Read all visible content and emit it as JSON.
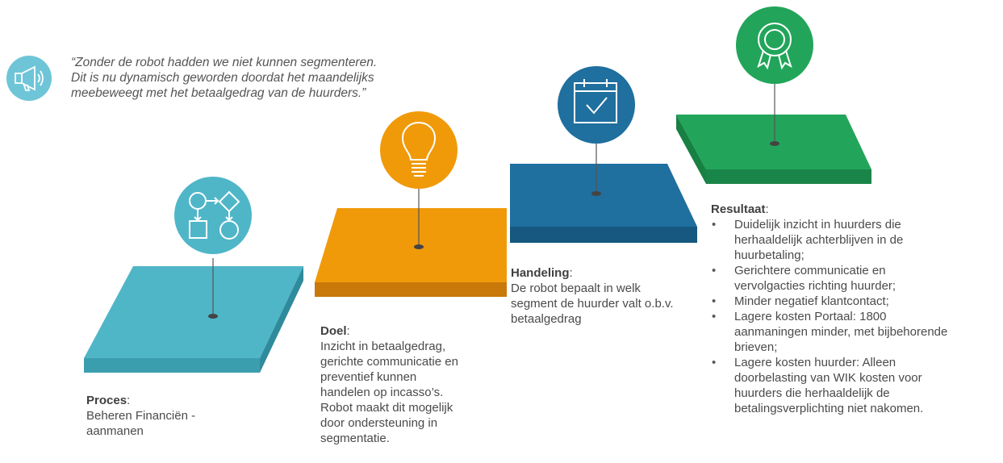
{
  "colors": {
    "teal": "#4fb6c8",
    "teal_dark": "#3b9eaf",
    "orange": "#f09a0a",
    "orange_dark": "#c9780a",
    "blue": "#1f6f9f",
    "blue_dark": "#16587f",
    "green": "#22a55a",
    "green_dark": "#1a8548",
    "quote_icon": "#6ec5d8"
  },
  "quote": {
    "icon": "megaphone-icon",
    "lines": [
      "“Zonder de robot hadden we niet kunnen segmenteren.",
      "Dit is nu dynamisch geworden doordat het maandelijks",
      "meebeweegt met het betaalgedrag van de huurders.”"
    ]
  },
  "steps": [
    {
      "key": "proces",
      "icon": "flowchart-icon",
      "title": "Proces",
      "body": "Beheren Financiën -\naanmanen"
    },
    {
      "key": "doel",
      "icon": "lightbulb-icon",
      "title": "Doel",
      "body": "Inzicht in betaalgedrag,\ngerichte communicatie en\npreventief kunnen\nhandelen op incasso’s.\nRobot maakt dit mogelijk\ndoor ondersteuning in\nsegmentatie."
    },
    {
      "key": "handeling",
      "icon": "calendar-check-icon",
      "title": "Handeling",
      "body": "De robot bepaalt in welk\nsegment de huurder valt o.b.v.\nbetaalgedrag"
    },
    {
      "key": "resultaat",
      "icon": "award-ribbon-icon",
      "title": "Resultaat",
      "items": [
        "Duidelijk inzicht in huurders die\nherhaaldelijk achterblijven in de\nhuurbetaling;",
        "Gerichtere communicatie en\nvervolgacties richting huurder;",
        "Minder negatief klantcontact;",
        "Lagere kosten Portaal: 1800\naanmaningen minder, met bijbehorende\nbrieven;",
        "Lagere kosten huurder: Alleen\ndoorbelasting van WIK kosten voor\nhuurders die herhaaldelijk de\nbetalingsverplichting niet nakomen."
      ]
    }
  ]
}
